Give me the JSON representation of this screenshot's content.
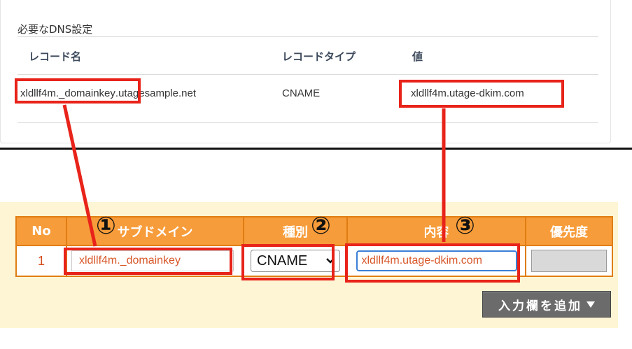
{
  "dns_panel": {
    "title": "必要なDNS設定",
    "headers": [
      "レコード名",
      "レコードタイプ",
      "値"
    ],
    "row": {
      "name_selector": "xldllf4m._domainkey",
      "name_domain": ".utagesample.net",
      "type": "CNAME",
      "value": "xldllf4m.utage-dkim.com"
    }
  },
  "form_table": {
    "headers": [
      "No",
      "サブドメイン",
      "種別",
      "内容",
      "優先度"
    ],
    "row": {
      "no": "1",
      "subdomain": "xldllf4m._domainkey",
      "type": "CNAME",
      "content": "xldllf4m.utage-dkim.com",
      "priority": ""
    },
    "add_button_label": "入力欄を追加"
  },
  "annotations": {
    "markers": [
      "①",
      "②",
      "③"
    ],
    "color": "#e8231a"
  },
  "colors": {
    "header_orange": "#f79c3a",
    "form_background": "#fdf5d3",
    "input_text": "#d8572a"
  }
}
